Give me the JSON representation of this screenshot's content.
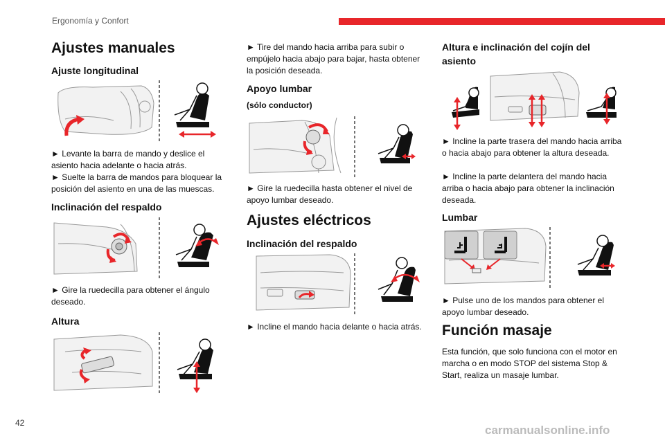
{
  "header": {
    "title": "Ergonomía y Confort",
    "accent_color": "#e8262a"
  },
  "col1": {
    "title": "Ajustes manuales",
    "longitudinal": {
      "title": "Ajuste longitudinal",
      "p1": "► Levante la barra de mando y deslice el asiento hacia adelante o hacia atrás.",
      "p2": "► Suelte la barra de mandos para bloquear la posición del asiento en una de las muescas."
    },
    "respaldo": {
      "title": "Inclinación del respaldo",
      "p1": "► Gire la ruedecilla para obtener el ángulo deseado."
    },
    "altura": {
      "title": "Altura"
    }
  },
  "col2": {
    "altura_text": "► Tire del mando hacia arriba para subir o empújelo hacia abajo para bajar, hasta obtener la posición deseada.",
    "lumbar": {
      "title": "Apoyo lumbar",
      "subtitle": "(sólo conductor)",
      "p1": "► Gire la ruedecilla hasta obtener el nivel de apoyo lumbar deseado."
    },
    "electric": {
      "title": "Ajustes eléctricos",
      "respaldo_title": "Inclinación del respaldo",
      "p1": "► Incline el mando hacia delante o hacia atrás."
    }
  },
  "col3": {
    "cojin": {
      "title": "Altura e inclinación del cojín del asiento",
      "p1": "► Incline la parte trasera del mando hacia arriba o hacia abajo para obtener la altura deseada.",
      "p2": "► Incline la parte delantera del mando hacia arriba o hacia abajo para obtener la inclinación deseada."
    },
    "lumbar": {
      "title": "Lumbar",
      "p1": "► Pulse uno de los mandos para obtener el apoyo lumbar deseado."
    },
    "masaje": {
      "title": "Función masaje",
      "p1": "Esta función, que solo funciona con el motor en marcha o en modo STOP del sistema Stop & Start, realiza un masaje lumbar."
    }
  },
  "footer": {
    "page_number": "42",
    "watermark": "carmanualsonline.info"
  }
}
